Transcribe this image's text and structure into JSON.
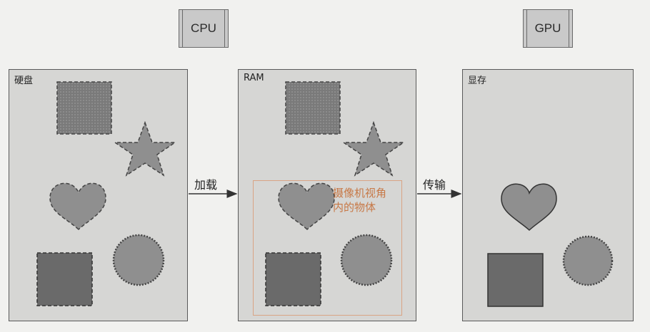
{
  "chips": {
    "cpu": "CPU",
    "gpu": "GPU"
  },
  "panels": {
    "disk": "硬盘",
    "ram": "RAM",
    "vram": "显存"
  },
  "arrows": {
    "load": "加载",
    "transfer": "传输"
  },
  "camera_region": {
    "label_line1": "摄像机视角",
    "label_line2": "内的物体"
  },
  "colors": {
    "shape_fill": "#8f8f8f",
    "dark_square": "#6a6a6a",
    "camera_box": "#d9a484"
  }
}
